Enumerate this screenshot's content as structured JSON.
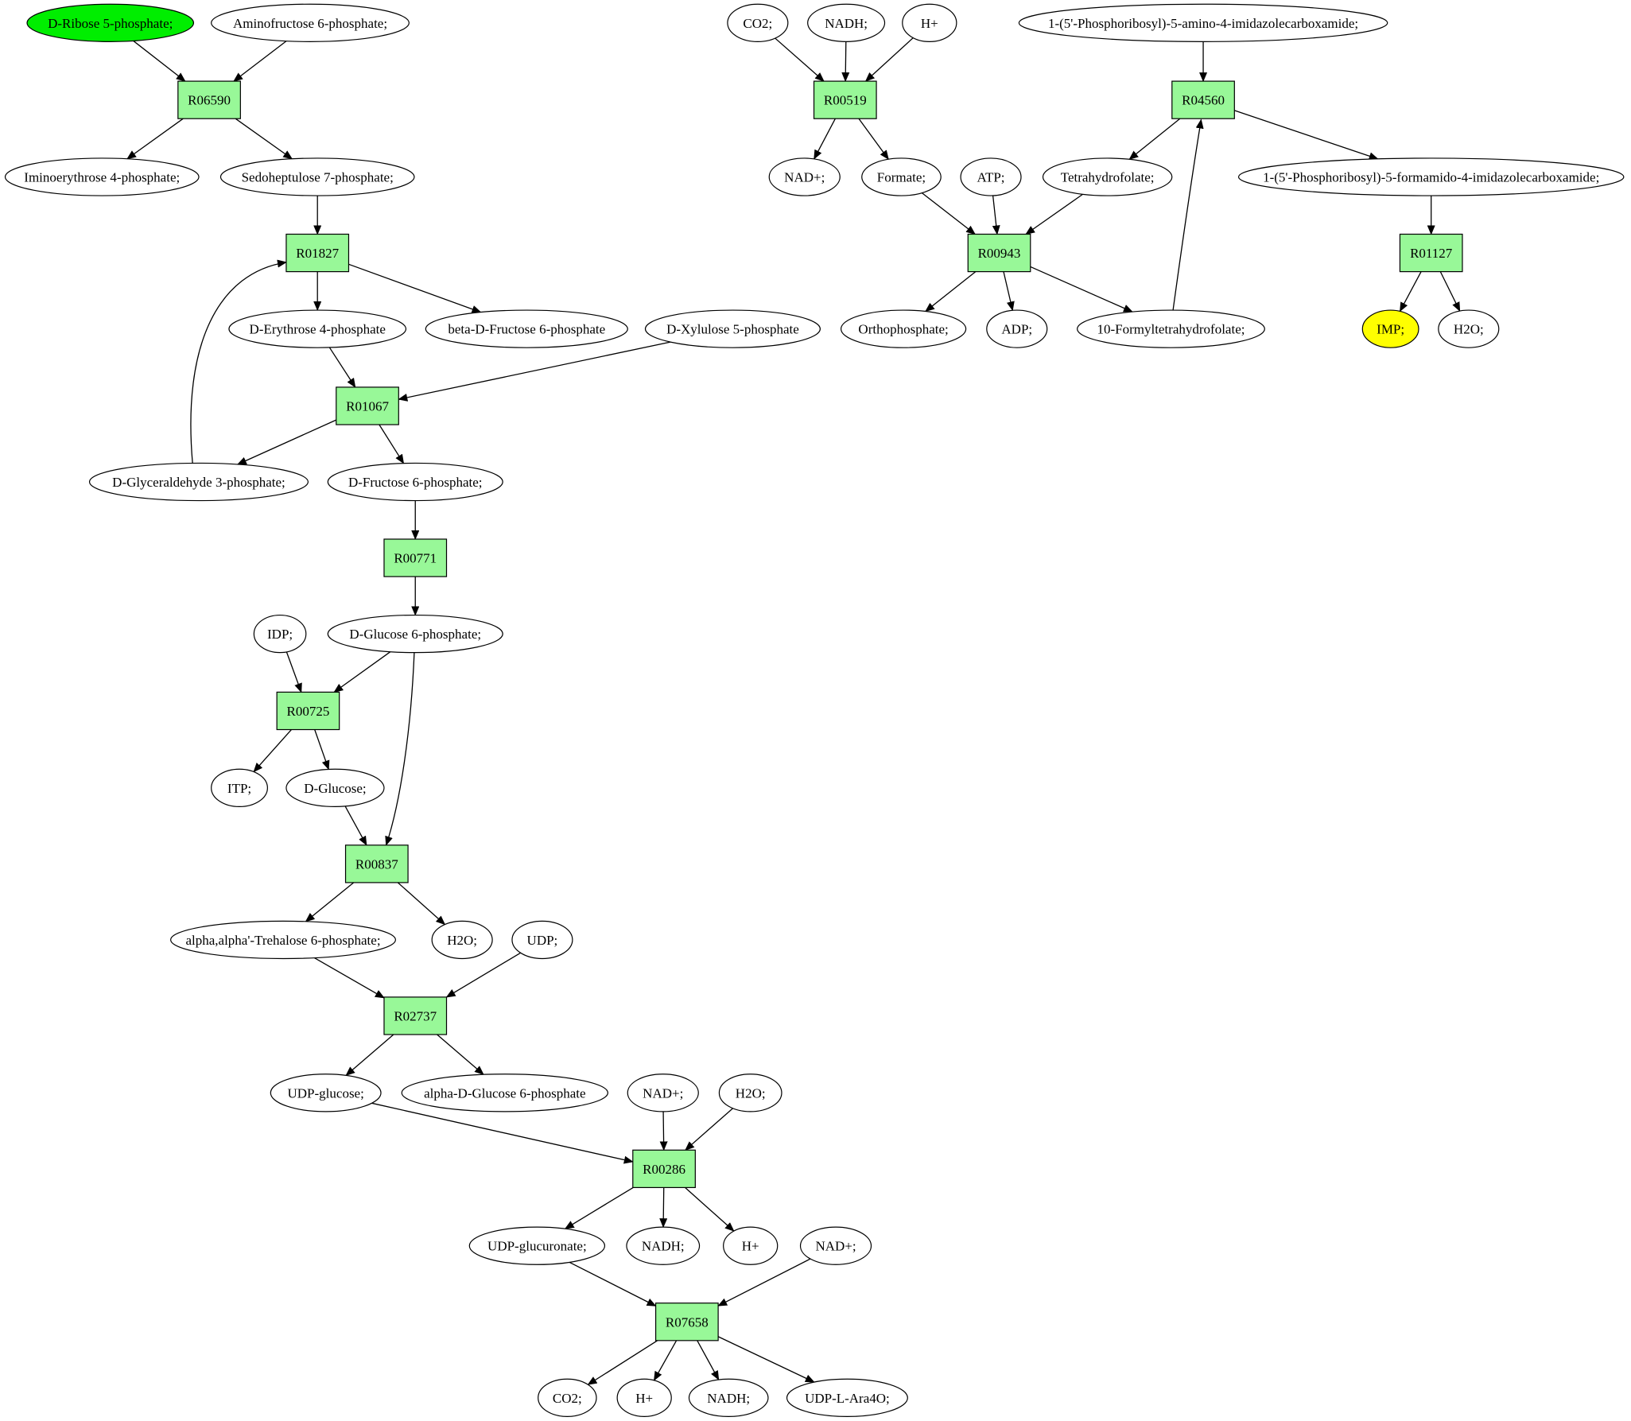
{
  "colors": {
    "reaction_fill": "#98f898",
    "compound_fill": "#ffffff",
    "source_fill": "#00ee00",
    "target_fill": "#ffff00"
  },
  "nodes": [
    {
      "id": "c_ribose5p",
      "type": "compound",
      "label": "D-Ribose 5-phosphate;",
      "style": "source"
    },
    {
      "id": "c_aminofru6p",
      "type": "compound",
      "label": "Aminofructose 6-phosphate;"
    },
    {
      "id": "r_R06590",
      "type": "reaction",
      "label": "R06590"
    },
    {
      "id": "c_iminoery4p",
      "type": "compound",
      "label": "Iminoerythrose 4-phosphate;"
    },
    {
      "id": "c_sedo7p",
      "type": "compound",
      "label": "Sedoheptulose 7-phosphate;"
    },
    {
      "id": "r_R01827",
      "type": "reaction",
      "label": "R01827"
    },
    {
      "id": "c_ery4p",
      "type": "compound",
      "label": "D-Erythrose 4-phosphate"
    },
    {
      "id": "c_bfru6p",
      "type": "compound",
      "label": "beta-D-Fructose 6-phosphate"
    },
    {
      "id": "c_xylu5p",
      "type": "compound",
      "label": "D-Xylulose 5-phosphate"
    },
    {
      "id": "r_R01067",
      "type": "reaction",
      "label": "R01067"
    },
    {
      "id": "c_gap",
      "type": "compound",
      "label": "D-Glyceraldehyde 3-phosphate;"
    },
    {
      "id": "c_fru6p",
      "type": "compound",
      "label": "D-Fructose 6-phosphate;"
    },
    {
      "id": "r_R00771",
      "type": "reaction",
      "label": "R00771"
    },
    {
      "id": "c_idp",
      "type": "compound",
      "label": "IDP;"
    },
    {
      "id": "c_glc6p",
      "type": "compound",
      "label": "D-Glucose 6-phosphate;"
    },
    {
      "id": "r_R00725",
      "type": "reaction",
      "label": "R00725"
    },
    {
      "id": "c_itp",
      "type": "compound",
      "label": "ITP;"
    },
    {
      "id": "c_glc",
      "type": "compound",
      "label": "D-Glucose;"
    },
    {
      "id": "r_R00837",
      "type": "reaction",
      "label": "R00837"
    },
    {
      "id": "c_tre6p",
      "type": "compound",
      "label": "alpha,alpha'-Trehalose 6-phosphate;"
    },
    {
      "id": "c_h2o_a",
      "type": "compound",
      "label": "H2O;"
    },
    {
      "id": "c_udp",
      "type": "compound",
      "label": "UDP;"
    },
    {
      "id": "r_R02737",
      "type": "reaction",
      "label": "R02737"
    },
    {
      "id": "c_udpglc",
      "type": "compound",
      "label": "UDP-glucose;"
    },
    {
      "id": "c_aglc6p",
      "type": "compound",
      "label": "alpha-D-Glucose 6-phosphate"
    },
    {
      "id": "c_nadp_a",
      "type": "compound",
      "label": "NAD+;"
    },
    {
      "id": "c_h2o_b",
      "type": "compound",
      "label": "H2O;"
    },
    {
      "id": "r_R00286",
      "type": "reaction",
      "label": "R00286"
    },
    {
      "id": "c_udpglcA",
      "type": "compound",
      "label": "UDP-glucuronate;"
    },
    {
      "id": "c_nadh_a",
      "type": "compound",
      "label": "NADH;"
    },
    {
      "id": "c_h_a",
      "type": "compound",
      "label": "H+"
    },
    {
      "id": "c_nadp_b",
      "type": "compound",
      "label": "NAD+;"
    },
    {
      "id": "r_R07658",
      "type": "reaction",
      "label": "R07658"
    },
    {
      "id": "c_co2_a",
      "type": "compound",
      "label": "CO2;"
    },
    {
      "id": "c_h_b",
      "type": "compound",
      "label": "H+"
    },
    {
      "id": "c_nadh_b",
      "type": "compound",
      "label": "NADH;"
    },
    {
      "id": "c_udpara4o",
      "type": "compound",
      "label": "UDP-L-Ara4O;"
    },
    {
      "id": "c_co2_b",
      "type": "compound",
      "label": "CO2;"
    },
    {
      "id": "c_nadh_c",
      "type": "compound",
      "label": "NADH;"
    },
    {
      "id": "c_h_c",
      "type": "compound",
      "label": "H+"
    },
    {
      "id": "r_R00519",
      "type": "reaction",
      "label": "R00519"
    },
    {
      "id": "c_nadp_c",
      "type": "compound",
      "label": "NAD+;"
    },
    {
      "id": "c_formate",
      "type": "compound",
      "label": "Formate;"
    },
    {
      "id": "c_atp",
      "type": "compound",
      "label": "ATP;"
    },
    {
      "id": "c_thf",
      "type": "compound",
      "label": "Tetrahydrofolate;"
    },
    {
      "id": "r_R00943",
      "type": "reaction",
      "label": "R00943"
    },
    {
      "id": "c_pi",
      "type": "compound",
      "label": "Orthophosphate;"
    },
    {
      "id": "c_adp",
      "type": "compound",
      "label": "ADP;"
    },
    {
      "id": "c_fthf",
      "type": "compound",
      "label": "10-Formyltetrahydrofolate;"
    },
    {
      "id": "c_aicar",
      "type": "compound",
      "label": "1-(5'-Phosphoribosyl)-5-amino-4-imidazolecarboxamide;"
    },
    {
      "id": "r_R04560",
      "type": "reaction",
      "label": "R04560"
    },
    {
      "id": "c_faicar",
      "type": "compound",
      "label": "1-(5'-Phosphoribosyl)-5-formamido-4-imidazolecarboxamide;"
    },
    {
      "id": "r_R01127",
      "type": "reaction",
      "label": "R01127"
    },
    {
      "id": "c_imp",
      "type": "compound",
      "label": "IMP;",
      "style": "target"
    },
    {
      "id": "c_h2o_c",
      "type": "compound",
      "label": "H2O;"
    }
  ],
  "edges": [
    [
      "c_ribose5p",
      "r_R06590"
    ],
    [
      "c_aminofru6p",
      "r_R06590"
    ],
    [
      "r_R06590",
      "c_iminoery4p"
    ],
    [
      "r_R06590",
      "c_sedo7p"
    ],
    [
      "c_sedo7p",
      "r_R01827"
    ],
    [
      "c_gap",
      "r_R01827"
    ],
    [
      "r_R01827",
      "c_ery4p"
    ],
    [
      "r_R01827",
      "c_bfru6p"
    ],
    [
      "c_ery4p",
      "r_R01067"
    ],
    [
      "c_xylu5p",
      "r_R01067"
    ],
    [
      "r_R01067",
      "c_gap"
    ],
    [
      "r_R01067",
      "c_fru6p"
    ],
    [
      "c_fru6p",
      "r_R00771"
    ],
    [
      "r_R00771",
      "c_glc6p"
    ],
    [
      "c_idp",
      "r_R00725"
    ],
    [
      "c_glc6p",
      "r_R00725"
    ],
    [
      "r_R00725",
      "c_itp"
    ],
    [
      "r_R00725",
      "c_glc"
    ],
    [
      "c_glc",
      "r_R00837"
    ],
    [
      "c_glc6p",
      "r_R00837"
    ],
    [
      "r_R00837",
      "c_tre6p"
    ],
    [
      "r_R00837",
      "c_h2o_a"
    ],
    [
      "c_tre6p",
      "r_R02737"
    ],
    [
      "c_udp",
      "r_R02737"
    ],
    [
      "r_R02737",
      "c_udpglc"
    ],
    [
      "r_R02737",
      "c_aglc6p"
    ],
    [
      "c_udpglc",
      "r_R00286"
    ],
    [
      "c_nadp_a",
      "r_R00286"
    ],
    [
      "c_h2o_b",
      "r_R00286"
    ],
    [
      "r_R00286",
      "c_udpglcA"
    ],
    [
      "r_R00286",
      "c_nadh_a"
    ],
    [
      "r_R00286",
      "c_h_a"
    ],
    [
      "c_udpglcA",
      "r_R07658"
    ],
    [
      "c_nadp_b",
      "r_R07658"
    ],
    [
      "r_R07658",
      "c_co2_a"
    ],
    [
      "r_R07658",
      "c_h_b"
    ],
    [
      "r_R07658",
      "c_nadh_b"
    ],
    [
      "r_R07658",
      "c_udpara4o"
    ],
    [
      "c_co2_b",
      "r_R00519"
    ],
    [
      "c_nadh_c",
      "r_R00519"
    ],
    [
      "c_h_c",
      "r_R00519"
    ],
    [
      "r_R00519",
      "c_nadp_c"
    ],
    [
      "r_R00519",
      "c_formate"
    ],
    [
      "c_formate",
      "r_R00943"
    ],
    [
      "c_atp",
      "r_R00943"
    ],
    [
      "c_thf",
      "r_R00943"
    ],
    [
      "r_R00943",
      "c_pi"
    ],
    [
      "r_R00943",
      "c_adp"
    ],
    [
      "r_R00943",
      "c_fthf"
    ],
    [
      "c_aicar",
      "r_R04560"
    ],
    [
      "c_fthf",
      "r_R04560"
    ],
    [
      "r_R04560",
      "c_thf"
    ],
    [
      "r_R04560",
      "c_faicar"
    ],
    [
      "c_faicar",
      "r_R01127"
    ],
    [
      "r_R01127",
      "c_imp"
    ],
    [
      "r_R01127",
      "c_h2o_c"
    ]
  ]
}
